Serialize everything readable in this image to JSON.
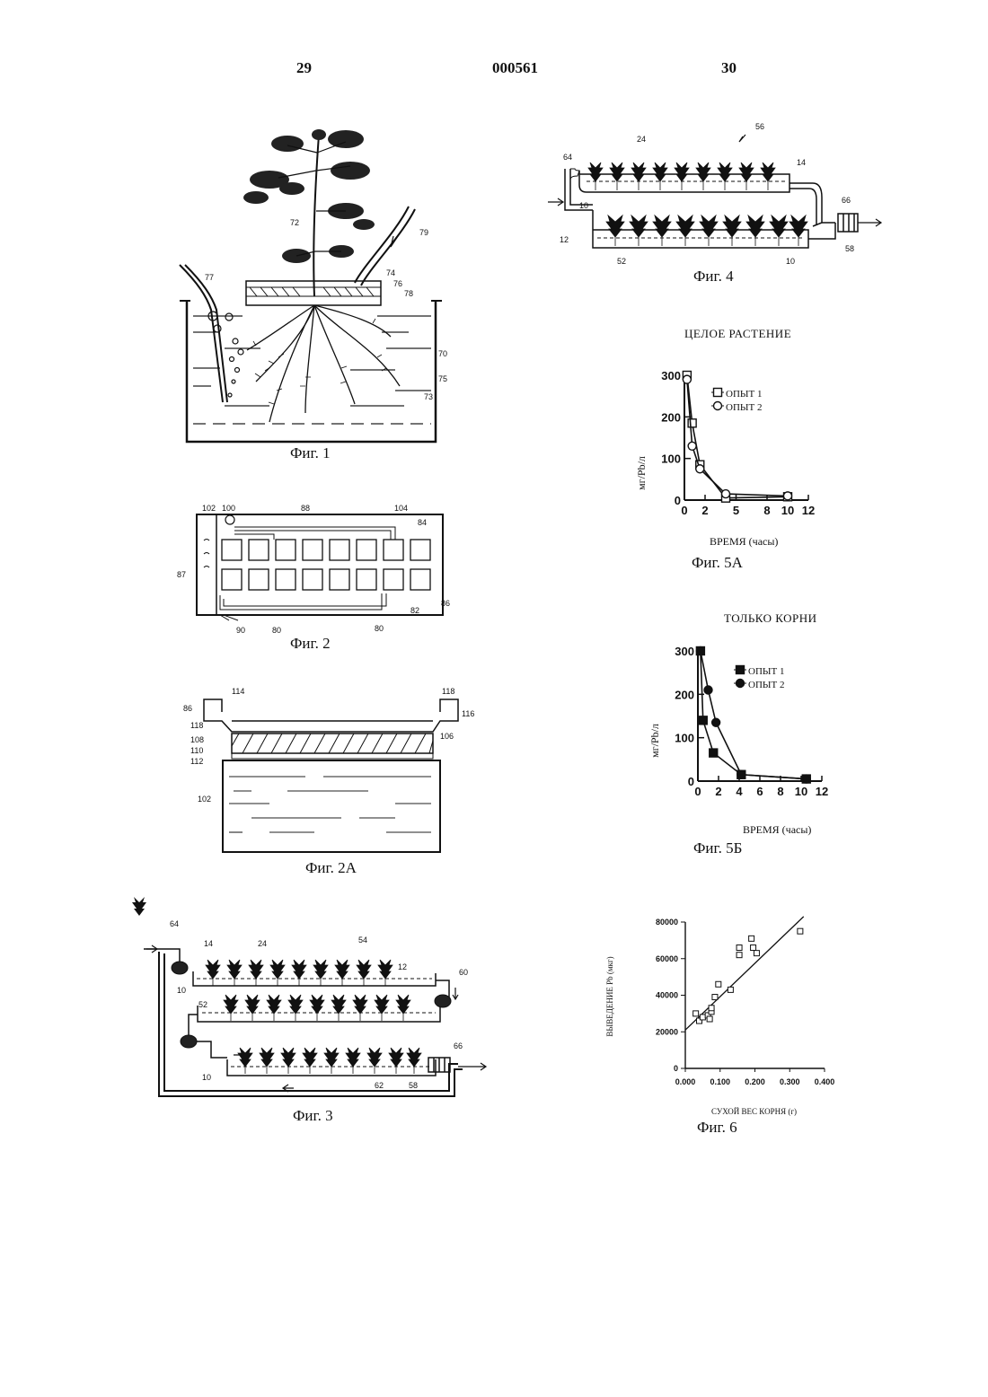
{
  "header": {
    "left_page": "29",
    "doc_number": "000561",
    "right_page": "30"
  },
  "captions": {
    "fig1": "Фиг. 1",
    "fig2": "Фиг. 2",
    "fig2a": "Фиг. 2А",
    "fig3": "Фиг. 3",
    "fig4": "Фиг. 4",
    "fig5a": "Фиг. 5А",
    "fig5b": "Фиг. 5Б",
    "fig6": "Фиг. 6"
  },
  "fig1_labels": {
    "l72": "72",
    "l79": "79",
    "l77": "77",
    "l74": "74",
    "l76": "76",
    "l78": "78",
    "l70": "70",
    "l75": "75",
    "l73": "73"
  },
  "fig2_labels": {
    "l102": "102",
    "l100": "100",
    "l88": "88",
    "l104": "104",
    "l84": "84",
    "l87": "87",
    "l82": "82",
    "l86": "86",
    "l90": "90",
    "l80a": "80",
    "l80b": "80"
  },
  "fig2a_labels": {
    "l114": "114",
    "l118a": "118",
    "l86": "86",
    "l118b": "118",
    "l116": "116",
    "l108": "108",
    "l106": "106",
    "l110": "110",
    "l112": "112",
    "l102": "102"
  },
  "fig3_labels": {
    "l64": "64",
    "l14": "14",
    "l24": "24",
    "l54": "54",
    "l12": "12",
    "l60": "60",
    "l10a": "10",
    "l52": "52",
    "l66": "66",
    "l10b": "10",
    "l58": "58",
    "l62": "62"
  },
  "fig4_labels": {
    "l56": "56",
    "l24": "24",
    "l64": "64",
    "l14": "14",
    "l10a": "10",
    "l66": "66",
    "l12": "12",
    "l58": "58",
    "l52": "52",
    "l10b": "10"
  },
  "chart_data": [
    {
      "id": "fig5a",
      "type": "line",
      "title": "ЦЕЛОЕ РАСТЕНИЕ",
      "xlabel": "ВРЕМЯ (часы)",
      "ylabel": "мг/Pb/л",
      "xlim": [
        0,
        12
      ],
      "ylim": [
        0,
        300
      ],
      "xticks": [
        0,
        2,
        5,
        8,
        10,
        12
      ],
      "yticks": [
        0,
        100,
        200,
        300
      ],
      "series": [
        {
          "name": "ОПЫТ 1",
          "marker": "square-open",
          "x": [
            0.25,
            0.75,
            1.5,
            4,
            10
          ],
          "y": [
            300,
            185,
            85,
            5,
            8
          ]
        },
        {
          "name": "ОПЫТ 2",
          "marker": "circle-open",
          "x": [
            0.25,
            0.75,
            1.5,
            4,
            10
          ],
          "y": [
            290,
            130,
            75,
            15,
            10
          ]
        }
      ]
    },
    {
      "id": "fig5b",
      "type": "line",
      "title": "ТОЛЬКО КОРНИ",
      "xlabel": "ВРЕМЯ (часы)",
      "ylabel": "мг/Pb/л",
      "xlim": [
        0,
        12
      ],
      "ylim": [
        0,
        300
      ],
      "xticks": [
        0,
        2,
        4,
        6,
        8,
        10,
        12
      ],
      "yticks": [
        0,
        100,
        200,
        300
      ],
      "series": [
        {
          "name": "ОПЫТ 1",
          "marker": "square-filled",
          "x": [
            0.25,
            0.5,
            1.5,
            4.2,
            10.5
          ],
          "y": [
            300,
            140,
            65,
            15,
            5
          ]
        },
        {
          "name": "ОПЫТ 2",
          "marker": "circle-filled",
          "x": [
            0.25,
            1,
            1.75,
            4.2,
            10.5
          ],
          "y": [
            300,
            210,
            135,
            15,
            5
          ]
        }
      ]
    },
    {
      "id": "fig6",
      "type": "scatter",
      "xlabel": "СУХОЙ ВЕС КОРНЯ (г)",
      "ylabel": "ВЫВЕДЕНИЕ Pb (мкг)",
      "xlim": [
        0,
        0.4
      ],
      "ylim": [
        0,
        80000
      ],
      "xticks": [
        "0.000",
        "0.100",
        "0.200",
        "0.300",
        "0.400"
      ],
      "yticks": [
        "0",
        "20000",
        "40000",
        "60000",
        "80000"
      ],
      "trendline": {
        "x": [
          0.0,
          0.34
        ],
        "y": [
          21000,
          83000
        ]
      },
      "points": [
        {
          "x": 0.03,
          "y": 30000
        },
        {
          "x": 0.04,
          "y": 26000
        },
        {
          "x": 0.05,
          "y": 28000
        },
        {
          "x": 0.065,
          "y": 29000
        },
        {
          "x": 0.07,
          "y": 27000
        },
        {
          "x": 0.075,
          "y": 31000
        },
        {
          "x": 0.075,
          "y": 33000
        },
        {
          "x": 0.085,
          "y": 39000
        },
        {
          "x": 0.095,
          "y": 46000
        },
        {
          "x": 0.13,
          "y": 43000
        },
        {
          "x": 0.155,
          "y": 62000
        },
        {
          "x": 0.155,
          "y": 66000
        },
        {
          "x": 0.19,
          "y": 71000
        },
        {
          "x": 0.195,
          "y": 66000
        },
        {
          "x": 0.205,
          "y": 63000
        },
        {
          "x": 0.33,
          "y": 75000
        }
      ]
    }
  ]
}
